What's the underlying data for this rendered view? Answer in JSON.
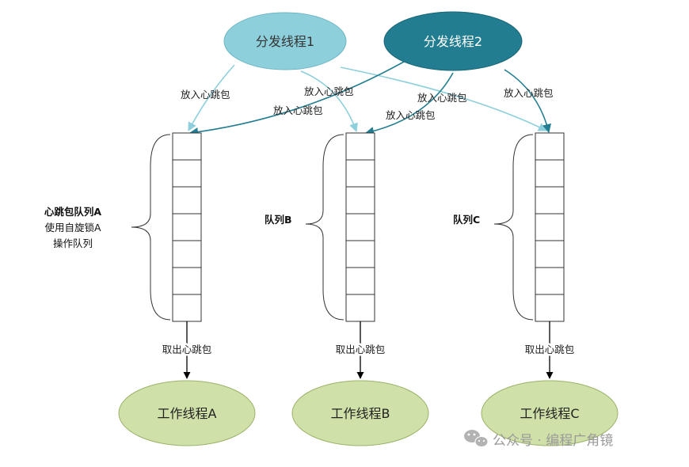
{
  "dispatch_threads": [
    {
      "label": "分发线程1",
      "fill": "#8ecfdc",
      "text_color": "#333333"
    },
    {
      "label": "分发线程2",
      "fill": "#227d90",
      "text_color": "#ffffff"
    }
  ],
  "edge_labels": {
    "put": "放入心跳包",
    "take": "取出心跳包"
  },
  "queues": [
    {
      "id": "A",
      "lines": [
        "心跳包队列A",
        "使用自旋锁A",
        "操作队列"
      ]
    },
    {
      "id": "B",
      "lines": [
        "队列B"
      ]
    },
    {
      "id": "C",
      "lines": [
        "队列C"
      ]
    }
  ],
  "worker_threads": [
    {
      "label": "工作线程A"
    },
    {
      "label": "工作线程B"
    },
    {
      "label": "工作线程C"
    }
  ],
  "colors": {
    "arrow_light": "#8ecfdc",
    "arrow_dark": "#227d90",
    "worker_fill": "#cfe0a8",
    "worker_stroke": "#9bb36a",
    "queue_stroke": "#333333"
  },
  "watermark": {
    "text": "公众号 · 编程广角镜",
    "icon": "wechat-icon"
  }
}
